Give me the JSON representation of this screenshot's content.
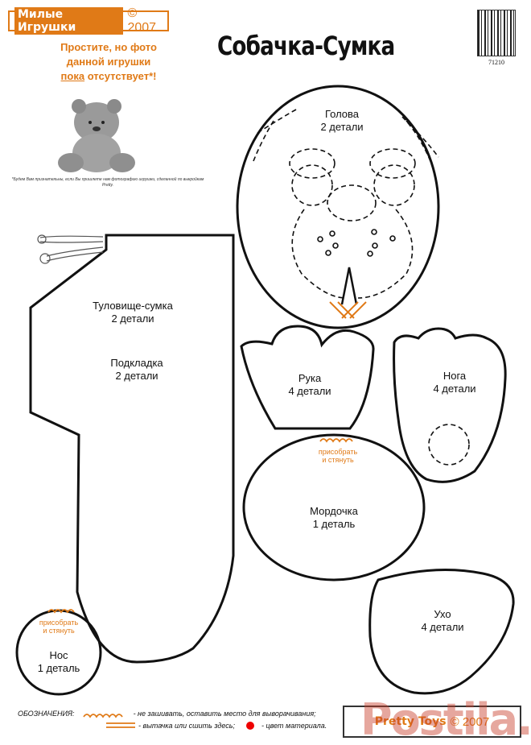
{
  "header": {
    "brand_name": "Милые Игрушки",
    "brand_year": "© 2007",
    "title": "Собачка-Сумка",
    "code": "71210"
  },
  "no_photo": {
    "line1": "Простите, но фото",
    "line2": "данной игрушки",
    "line3_underlined": "пока",
    "line3_rest": " отсутствует*!",
    "note": "*Будем Вам признательны, если Вы пришлете нам фотографию игрушки, сделанной по выкройкам Pretty."
  },
  "pieces": {
    "head": {
      "name": "Голова",
      "count": "2 детали"
    },
    "body": {
      "name": "Туловище-сумка",
      "count": "2 детали"
    },
    "lining": {
      "name": "Подкладка",
      "count": "2 детали"
    },
    "arm": {
      "name": "Рука",
      "count": "4 детали"
    },
    "leg": {
      "name": "Нога",
      "count": "4 детали"
    },
    "muzzle": {
      "name": "Мордочка",
      "count": "1 деталь",
      "gather": "присобрать",
      "gather2": "и стянуть"
    },
    "nose": {
      "name": "Нос",
      "count": "1 деталь",
      "gather": "присобрать",
      "gather2": "и стянуть"
    },
    "ear": {
      "name": "Ухо",
      "count": "4 детали"
    }
  },
  "legend": {
    "title": "ОБОЗНАЧЕНИЯ:",
    "item1": "- не зашивать, оставить место для выворачивания;",
    "item2": "- вытачка или сшить здесь;",
    "item3": "- цвет материала."
  },
  "footer": {
    "brand": "Pretty Toys",
    "year": "© 2007",
    "watermark": "Postila.ru"
  },
  "colors": {
    "accent": "#e07a17",
    "line": "#111111",
    "marker_red": "#e00000"
  }
}
